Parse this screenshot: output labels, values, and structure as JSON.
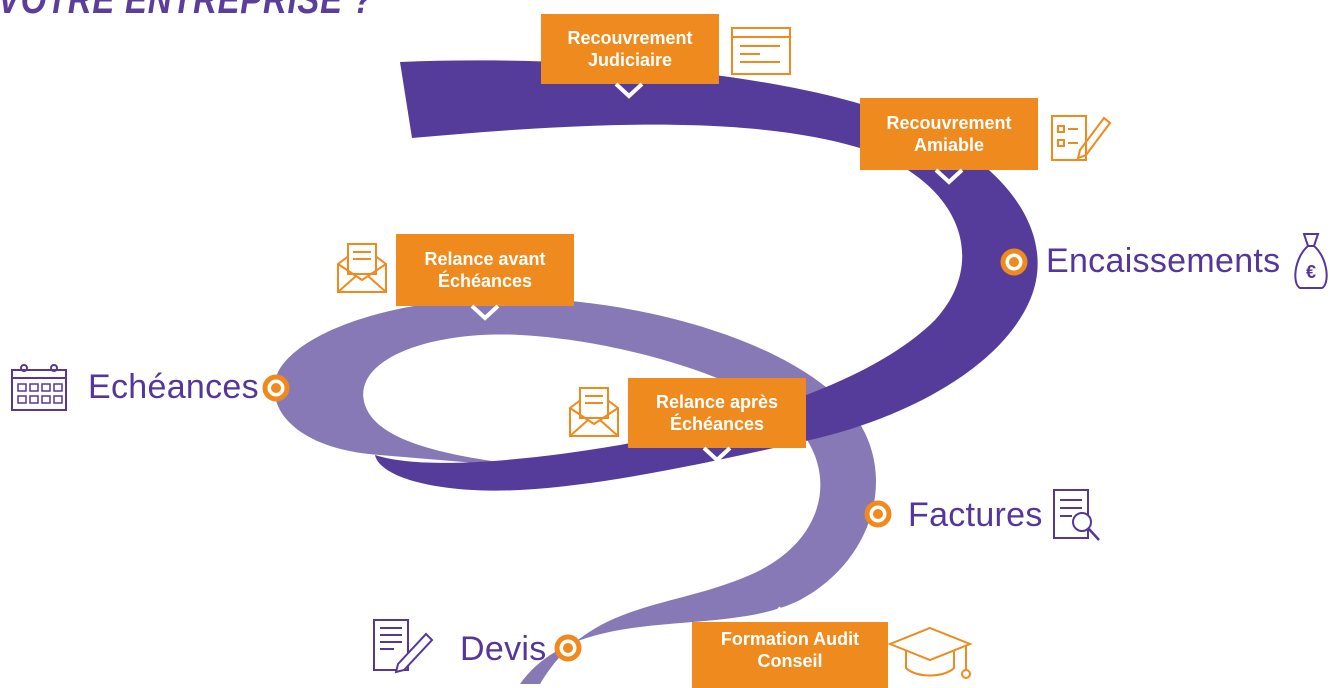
{
  "header": {
    "title": "VOTRE ENTREPRISE ?"
  },
  "colors": {
    "dark_purple": "#563c9a",
    "light_purple": "#8679b5",
    "orange": "#ef8a1e",
    "label_purple": "#55379b"
  },
  "milestones": {
    "encaissements": {
      "label": "Encaissements",
      "icon": "money-bag-icon"
    },
    "echeances": {
      "label": "Echéances",
      "icon": "calendar-icon"
    },
    "factures": {
      "label": "Factures",
      "icon": "invoice-search-icon"
    },
    "devis": {
      "label": "Devis",
      "icon": "document-pen-icon"
    }
  },
  "services": {
    "recouvrement_judiciaire": {
      "line1": "Recouvrement",
      "line2": "Judiciaire",
      "icon": "document-window-icon"
    },
    "recouvrement_amiable": {
      "line1": "Recouvrement",
      "line2": "Amiable",
      "icon": "checklist-pen-icon"
    },
    "relance_avant": {
      "line1": "Relance avant",
      "line2": "Échéances",
      "icon": "envelope-letter-icon"
    },
    "relance_apres": {
      "line1": "Relance après",
      "line2": "Échéances",
      "icon": "envelope-letter-icon"
    },
    "formation": {
      "line1": "Formation Audit",
      "line2": "Conseil",
      "icon": "graduation-cap-icon"
    }
  }
}
